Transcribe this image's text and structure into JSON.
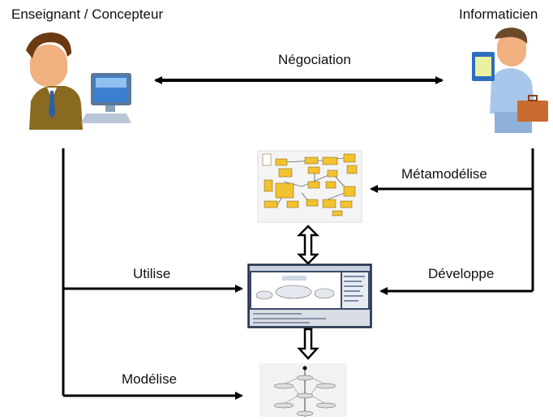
{
  "actors": {
    "teacher": {
      "label": "Enseignant / Concepteur",
      "icon": "teacher-at-computer-icon"
    },
    "developer": {
      "label": "Informaticien",
      "icon": "developer-with-briefcase-icon"
    }
  },
  "relations": {
    "negotiation": "Négociation",
    "metamodel": "Métamodélise",
    "develop": "Développe",
    "use": "Utilise",
    "model": "Modélise"
  },
  "artifacts": {
    "metamodel": "metamodel-class-diagram-thumbnail",
    "editor": "modeling-editor-screenshot-thumbnail",
    "model": "activity-diagram-thumbnail"
  },
  "colors": {
    "line": "#000000",
    "class_box": "#f2c230",
    "window_frame": "#3a4a6a",
    "skin": "#f0b080",
    "suit": "#8a6a20",
    "shirt": "#a9c7ea"
  }
}
